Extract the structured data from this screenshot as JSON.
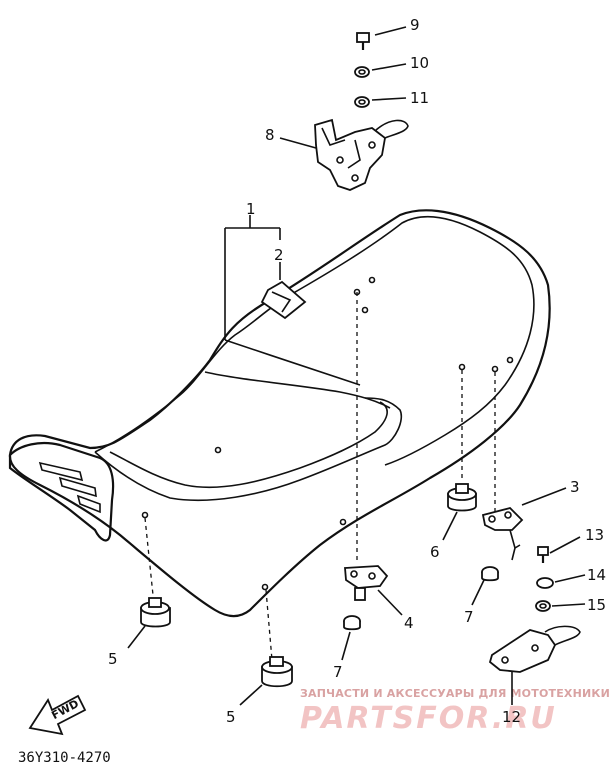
{
  "callouts": {
    "c1": "1",
    "c2": "2",
    "c3": "3",
    "c5a": "5",
    "c5b": "5",
    "c6": "6",
    "c7a": "7",
    "c7b": "7",
    "c8": "8",
    "c9": "9",
    "c10": "10",
    "c11": "11",
    "c12": "12",
    "c13": "13",
    "c14": "14",
    "c15": "15",
    "c4": "4"
  },
  "fwd_label": "FWD",
  "drawing_code": "36Y310-4270",
  "watermark": {
    "caption": "ЗАПЧАСТИ И АКСЕССУАРЫ ДЛЯ МОТОТЕХНИКИ",
    "brand": "PARTSFOR.RU"
  },
  "colors": {
    "line": "#111111",
    "watermark": "#f2c4c4"
  }
}
